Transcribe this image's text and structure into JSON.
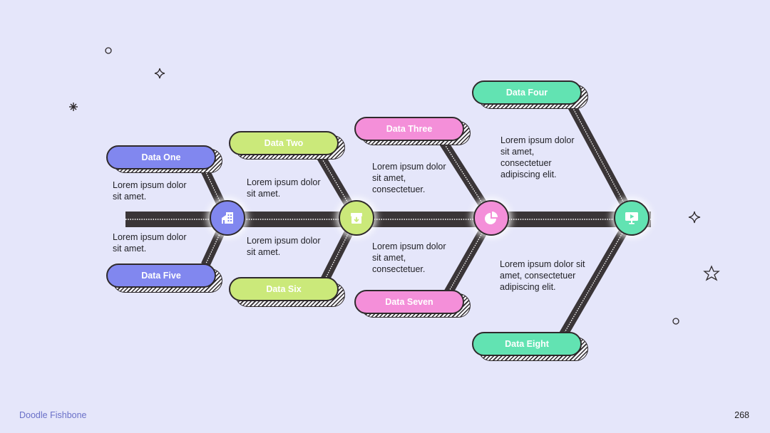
{
  "colors": {
    "background": "#e5e6fa",
    "spine": "#3a3537",
    "outline": "#2f2a2c",
    "purple": "#8187ef",
    "green": "#cbe97a",
    "pink": "#f48fd9",
    "teal": "#62e3b2",
    "footer_text": "#6a70c8"
  },
  "labels": {
    "one": "Data One",
    "two": "Data Two",
    "three": "Data Three",
    "four": "Data Four",
    "five": "Data Five",
    "six": "Data Six",
    "seven": "Data Seven",
    "eight": "Data Eight"
  },
  "descriptions": {
    "one": "Lorem ipsum dolor sit amet.",
    "two": "Lorem ipsum dolor sit amet.",
    "three": "Lorem ipsum dolor sit amet, consectetuer.",
    "four": "Lorem ipsum dolor sit amet, consectetuer adipiscing elit.",
    "five": "Lorem ipsum dolor sit amet.",
    "six": "Lorem ipsum dolor sit amet.",
    "seven": "Lorem ipsum dolor sit amet, consectetuer.",
    "eight": "Lorem ipsum dolor sit amet, consectetuer adipiscing elit."
  },
  "icons": {
    "node1": "building-icon",
    "node2": "download-box-icon",
    "node3": "pie-chart-icon",
    "node4": "monitor-play-icon"
  },
  "footer": {
    "title": "Doodle Fishbone",
    "page_number": "268"
  }
}
